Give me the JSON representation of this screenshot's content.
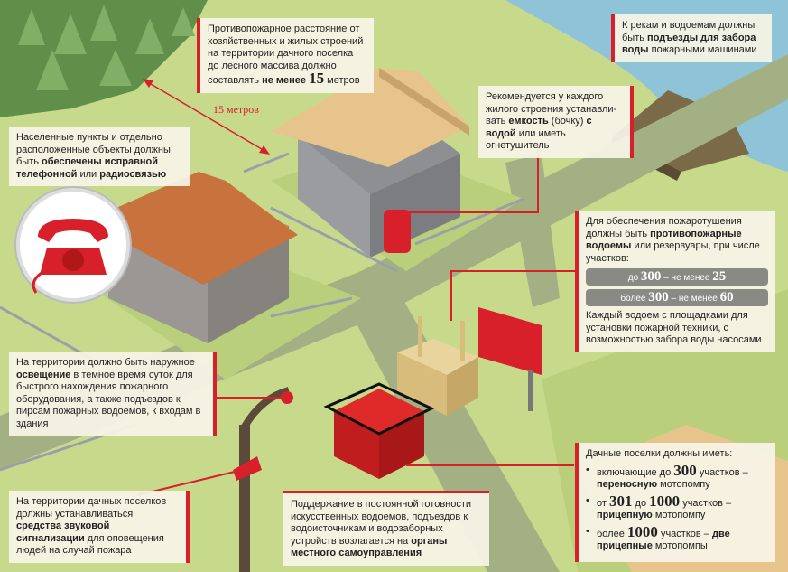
{
  "distance_label": "15 метров",
  "notes": {
    "distance": {
      "t1": "Противопожарное расстояние от хозяйственных и жилых строений на территории дачного поселка до лесного массива должно составлять ",
      "b1": "не менее ",
      "num": "15",
      "t2": " метров"
    },
    "rivers": {
      "t1": "К рекам и водоемам должны быть ",
      "b1": "подъезды для забора воды",
      "t2": " пожарными машинами"
    },
    "container": {
      "t1": "Рекомендуется у каждого жилого строения устанавли-вать ",
      "b1": "емкость",
      "t2": " (бочку) ",
      "b2": "с водой",
      "t3": " или иметь огнетушитель"
    },
    "communication": {
      "t1": "Населенные пункты и отдельно расположенные объекты должны быть ",
      "b1": "обеспечены исправной телефонной",
      "t2": " или ",
      "b2": "радиосвязью"
    },
    "reservoirs": {
      "t1": "Для обеспечения пожаротушения должны быть ",
      "b1": "противопожарные водоемы",
      "t2": " или резервуары, при числе участков:",
      "pill1_a": "до ",
      "pill1_n1": "300",
      "pill1_b": " – не менее ",
      "pill1_n2": "25",
      "pill2_a": "более ",
      "pill2_n1": "300",
      "pill2_b": " – не менее ",
      "pill2_n2": "60",
      "t3": "Каждый водоем с площадками для установки пожарной техники, с возможностью забора воды насосами"
    },
    "lighting": {
      "t1": "На территории должно быть наружное ",
      "b1": "освещение",
      "t2": " в темное время суток для быстрого нахождения пожарного оборудования, а также подъездов к пирсам пожарных водоемов, к входам в здания"
    },
    "villages": {
      "title": "Дачные поселки должны иметь:",
      "i1_a": "включающие до ",
      "i1_n": "300",
      "i1_b": " участков – ",
      "i1_bold": "переносную",
      "i1_c": " мотопомпу",
      "i2_a": "от ",
      "i2_n1": "301",
      "i2_b": " до ",
      "i2_n2": "1000",
      "i2_c": " участков – ",
      "i2_bold": "прицепную",
      "i2_d": " мотопомпу",
      "i3_a": "более ",
      "i3_n": "1000",
      "i3_b": " участков – ",
      "i3_bold": "две прицепные",
      "i3_c": " мотопомпы"
    },
    "siren": {
      "t1": "На территории дачных поселков должны устанавливаться ",
      "b1": "средства звуковой сигнализации",
      "t2": " для оповещения людей на случай пожара"
    },
    "maintenance": {
      "t1": "Поддержание в постоянной готовности искусственных водоемов, подъездов к водоисточникам и водозаборных устройств возлагается на ",
      "b1": "органы местного самоуправления"
    }
  }
}
